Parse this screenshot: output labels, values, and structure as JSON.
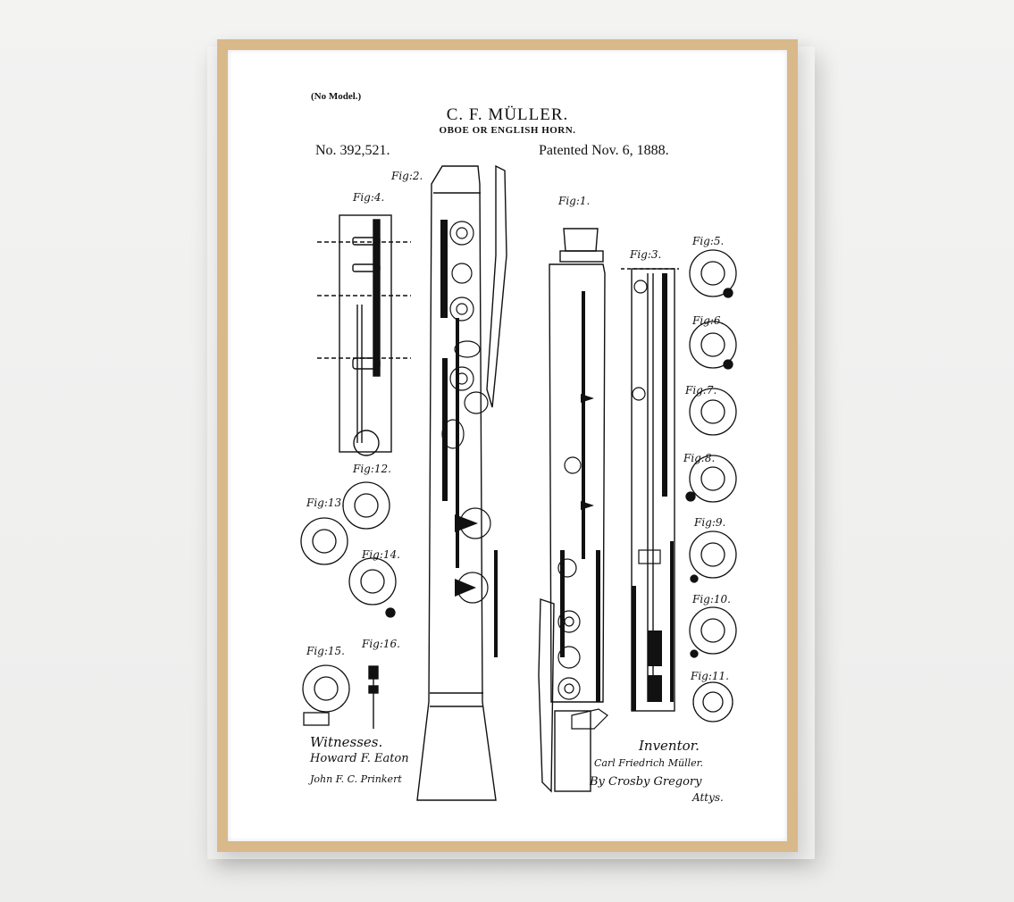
{
  "poster": {
    "no_model": "(No Model.)",
    "inventor_name": "C. F. MÜLLER.",
    "title": "OBOE OR ENGLISH HORN.",
    "patent_number": "No. 392,521.",
    "patent_date": "Patented Nov. 6, 1888."
  },
  "figures": {
    "fig1": "Fig:1.",
    "fig2": "Fig:2.",
    "fig3": "Fig:3.",
    "fig4": "Fig:4.",
    "fig5": "Fig:5.",
    "fig6": "Fig:6.",
    "fig7": "Fig:7.",
    "fig8": "Fig:8.",
    "fig9": "Fig:9.",
    "fig10": "Fig:10.",
    "fig11": "Fig:11.",
    "fig12": "Fig:12.",
    "fig13": "Fig:13.",
    "fig14": "Fig:14.",
    "fig15": "Fig:15.",
    "fig16": "Fig:16."
  },
  "signatures": {
    "witnesses_label": "Witnesses.",
    "witness_1": "Howard F. Eaton",
    "witness_2": "John F. C. Prinkert",
    "inventor_label": "Inventor.",
    "inventor_signature": "Carl Friedrich Müller.",
    "by_line": "By Crosby Gregory",
    "attys": "Attys."
  },
  "colors": {
    "frame_wood": "#d9b98a",
    "paper": "#ffffff",
    "ink": "#111111",
    "wall": "#f0f0ef"
  }
}
